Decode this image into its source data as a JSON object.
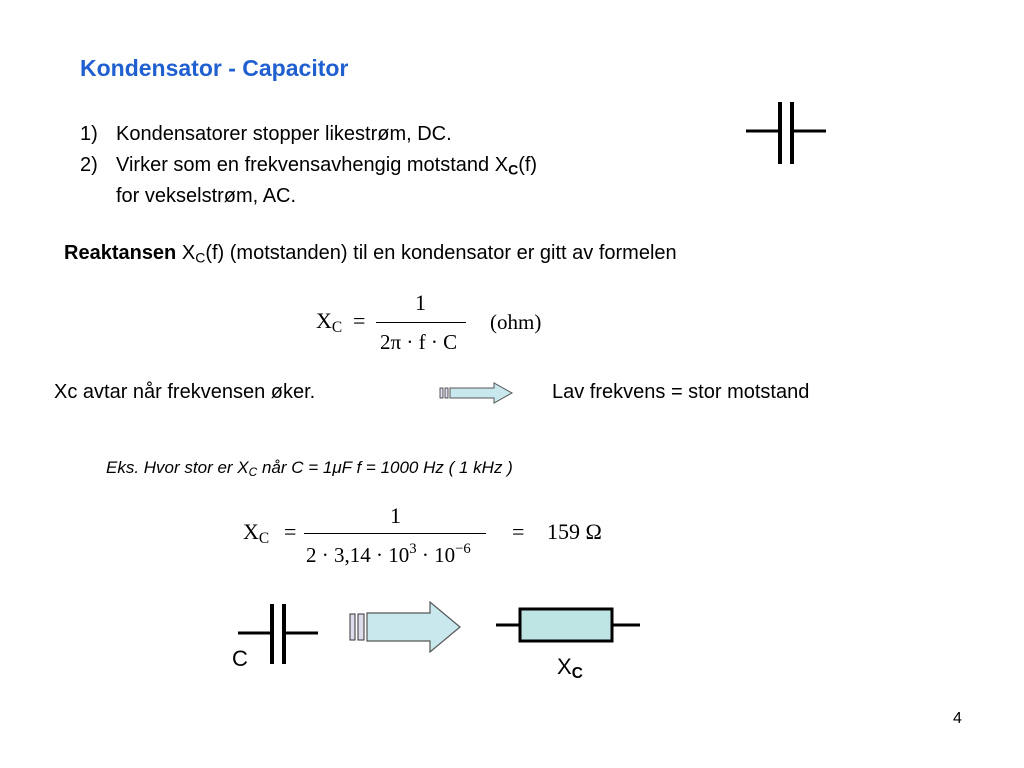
{
  "title": "Kondensator - Capacitor",
  "list": {
    "item1_num": "1)",
    "item1_text": "Kondensatorer stopper likestrøm, DC.",
    "item2_num": "2)",
    "item2_text": "Virker som en frekvensavhengig motstand X",
    "item2_sub": "C",
    "item2_after": "(f)",
    "item2_cont": "for vekselstrøm, AC."
  },
  "reactance": {
    "bold": "Reaktansen",
    "x": " X",
    "sub": "C",
    "rest": "(f) (motstanden) til en kondensator er gitt av formelen"
  },
  "formula1": {
    "lhs": "X",
    "lhs_sub": "C",
    "eq": "=",
    "numerator": "1",
    "denominator": "2π · f · C",
    "unit": "(ohm)"
  },
  "decrease": {
    "left": "Xc avtar når frekvensen øker.",
    "right": "Lav frekvens = stor motstand"
  },
  "example": {
    "prefix": "Eks.  Hvor stor er X",
    "sub": "C",
    "rest": " når C = 1μF   f = 1000 Hz  ( 1 kHz )"
  },
  "formula2": {
    "lhs": "X",
    "lhs_sub": "C",
    "eq": "=",
    "numerator": "1",
    "den_a": "2 · 3,14 · 10",
    "exp1": "3",
    "den_b": " · 10",
    "exp2": "−6",
    "eq2": "=",
    "result": "159 Ω"
  },
  "diagram": {
    "cap_label": "C",
    "res_label": "X",
    "res_sub": "C",
    "resistor_fill": "#bfe4e4",
    "arrow_fill": "#c8e8ee"
  },
  "page_number": "4"
}
